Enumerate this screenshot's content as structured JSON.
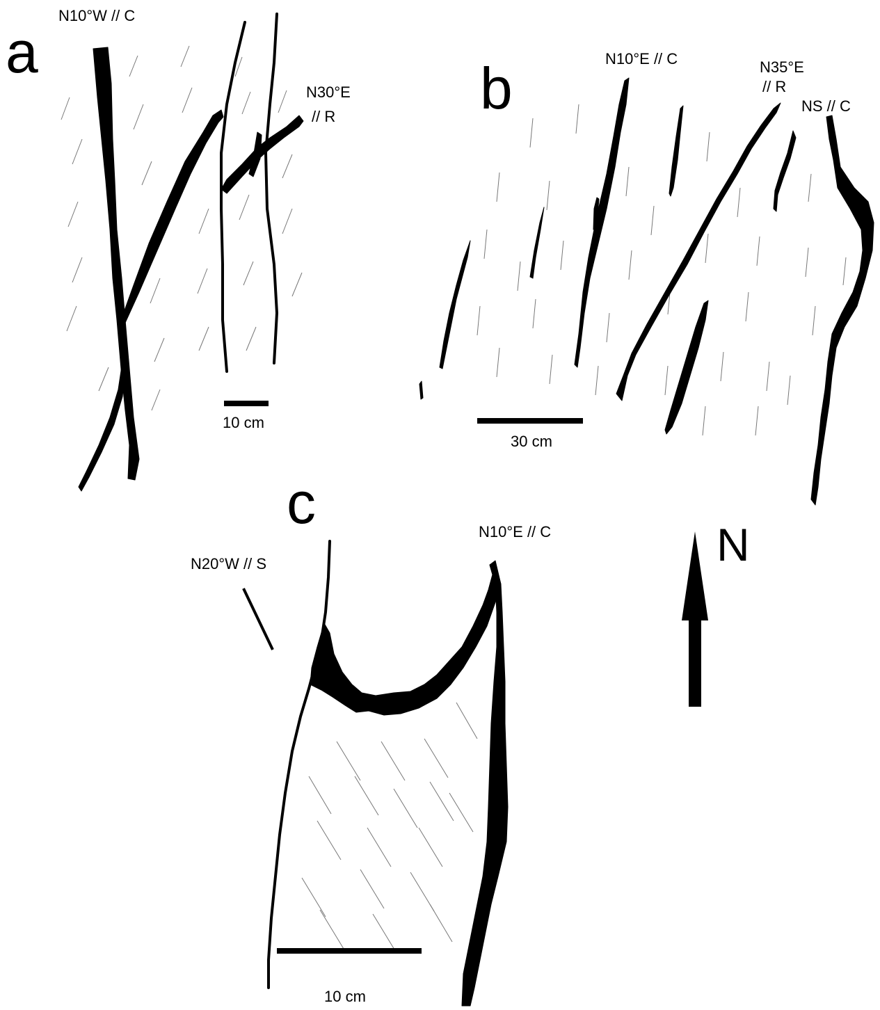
{
  "panels": {
    "a": {
      "letter": "a",
      "labels": [
        "N10°W // C",
        "N30°E",
        "// R"
      ],
      "scale": "10 cm"
    },
    "b": {
      "letter": "b",
      "labels": [
        "N10°E // C",
        "N35°E",
        "// R",
        "NS // C"
      ],
      "scale": "30 cm"
    },
    "c": {
      "letter": "c",
      "labels": [
        "N20°W // S",
        "N10°E // C"
      ],
      "scale": "10 cm"
    }
  },
  "north_arrow": {
    "letter": "N"
  },
  "colors": {
    "vein": "#000000",
    "foliation": "#777777",
    "background": "#ffffff"
  }
}
